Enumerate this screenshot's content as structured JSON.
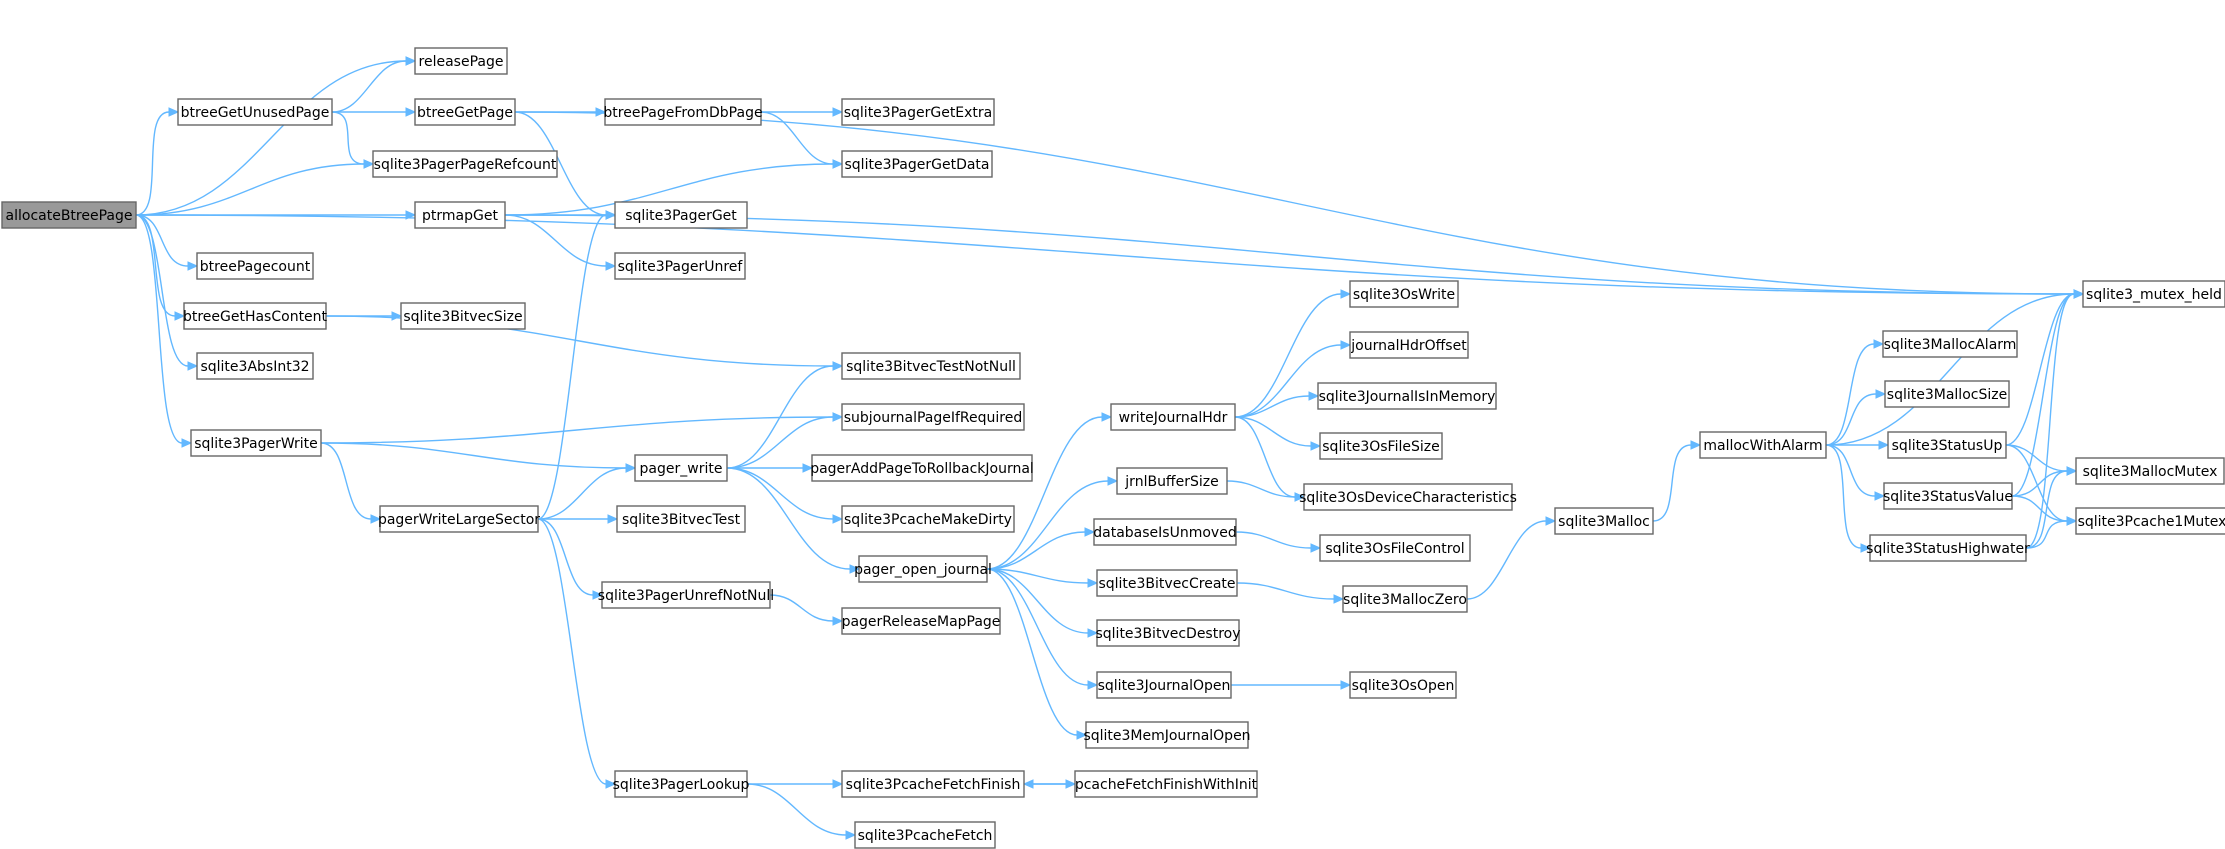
{
  "graph": {
    "root": "allocateBtreePage",
    "colors": {
      "edge": "#63b8ff",
      "node_border": "#666666",
      "root_fill": "#999999",
      "node_fill": "#ffffff"
    },
    "nodes": [
      {
        "id": "allocateBtreePage",
        "label": "allocateBtreePage"
      },
      {
        "id": "releasePage",
        "label": "releasePage"
      },
      {
        "id": "btreeGetUnusedPage",
        "label": "btreeGetUnusedPage"
      },
      {
        "id": "btreeGetPage",
        "label": "btreeGetPage"
      },
      {
        "id": "btreePageFromDbPage",
        "label": "btreePageFromDbPage"
      },
      {
        "id": "sqlite3PagerGetExtra",
        "label": "sqlite3PagerGetExtra"
      },
      {
        "id": "sqlite3PagerPageRefcount",
        "label": "sqlite3PagerPageRefcount"
      },
      {
        "id": "sqlite3PagerGetData",
        "label": "sqlite3PagerGetData"
      },
      {
        "id": "ptrmapGet",
        "label": "ptrmapGet"
      },
      {
        "id": "sqlite3PagerGet",
        "label": "sqlite3PagerGet"
      },
      {
        "id": "btreePagecount",
        "label": "btreePagecount"
      },
      {
        "id": "sqlite3PagerUnref",
        "label": "sqlite3PagerUnref"
      },
      {
        "id": "btreeGetHasContent",
        "label": "btreeGetHasContent"
      },
      {
        "id": "sqlite3BitvecSize",
        "label": "sqlite3BitvecSize"
      },
      {
        "id": "sqlite3AbsInt32",
        "label": "sqlite3AbsInt32"
      },
      {
        "id": "sqlite3BitvecTestNotNull",
        "label": "sqlite3BitvecTestNotNull"
      },
      {
        "id": "sqlite3PagerWrite",
        "label": "sqlite3PagerWrite"
      },
      {
        "id": "subjournalPageIfRequired",
        "label": "subjournalPageIfRequired"
      },
      {
        "id": "pager_write",
        "label": "pager_write"
      },
      {
        "id": "pagerAddPageToRollbackJournal",
        "label": "pagerAddPageToRollbackJournal"
      },
      {
        "id": "pagerWriteLargeSector",
        "label": "pagerWriteLargeSector"
      },
      {
        "id": "sqlite3PcacheMakeDirty",
        "label": "sqlite3PcacheMakeDirty"
      },
      {
        "id": "sqlite3BitvecTest",
        "label": "sqlite3BitvecTest"
      },
      {
        "id": "pager_open_journal",
        "label": "pager_open_journal"
      },
      {
        "id": "sqlite3PagerUnrefNotNull",
        "label": "sqlite3PagerUnrefNotNull"
      },
      {
        "id": "pagerReleaseMapPage",
        "label": "pagerReleaseMapPage"
      },
      {
        "id": "sqlite3PagerLookup",
        "label": "sqlite3PagerLookup"
      },
      {
        "id": "sqlite3PcacheFetchFinish",
        "label": "sqlite3PcacheFetchFinish"
      },
      {
        "id": "pcacheFetchFinishWithInit",
        "label": "pcacheFetchFinishWithInit"
      },
      {
        "id": "sqlite3PcacheFetch",
        "label": "sqlite3PcacheFetch"
      },
      {
        "id": "writeJournalHdr",
        "label": "writeJournalHdr"
      },
      {
        "id": "jrnlBufferSize",
        "label": "jrnlBufferSize"
      },
      {
        "id": "databaseIsUnmoved",
        "label": "databaseIsUnmoved"
      },
      {
        "id": "sqlite3BitvecCreate",
        "label": "sqlite3BitvecCreate"
      },
      {
        "id": "sqlite3BitvecDestroy",
        "label": "sqlite3BitvecDestroy"
      },
      {
        "id": "sqlite3JournalOpen",
        "label": "sqlite3JournalOpen"
      },
      {
        "id": "sqlite3MemJournalOpen",
        "label": "sqlite3MemJournalOpen"
      },
      {
        "id": "sqlite3OsWrite",
        "label": "sqlite3OsWrite"
      },
      {
        "id": "journalHdrOffset",
        "label": "journalHdrOffset"
      },
      {
        "id": "sqlite3JournalIsInMemory",
        "label": "sqlite3JournalIsInMemory"
      },
      {
        "id": "sqlite3OsFileSize",
        "label": "sqlite3OsFileSize"
      },
      {
        "id": "sqlite3OsDeviceCharacteristics",
        "label": "sqlite3OsDeviceCharacteristics"
      },
      {
        "id": "sqlite3OsFileControl",
        "label": "sqlite3OsFileControl"
      },
      {
        "id": "sqlite3MallocZero",
        "label": "sqlite3MallocZero"
      },
      {
        "id": "sqlite3OsOpen",
        "label": "sqlite3OsOpen"
      },
      {
        "id": "sqlite3Malloc",
        "label": "sqlite3Malloc"
      },
      {
        "id": "mallocWithAlarm",
        "label": "mallocWithAlarm"
      },
      {
        "id": "sqlite3MallocAlarm",
        "label": "sqlite3MallocAlarm"
      },
      {
        "id": "sqlite3MallocSize",
        "label": "sqlite3MallocSize"
      },
      {
        "id": "sqlite3StatusUp",
        "label": "sqlite3StatusUp"
      },
      {
        "id": "sqlite3StatusValue",
        "label": "sqlite3StatusValue"
      },
      {
        "id": "sqlite3StatusHighwater",
        "label": "sqlite3StatusHighwater"
      },
      {
        "id": "sqlite3_mutex_held",
        "label": "sqlite3_mutex_held"
      },
      {
        "id": "sqlite3MallocMutex",
        "label": "sqlite3MallocMutex"
      },
      {
        "id": "sqlite3Pcache1Mutex",
        "label": "sqlite3Pcache1Mutex"
      }
    ],
    "edges": [
      [
        "allocateBtreePage",
        "releasePage"
      ],
      [
        "allocateBtreePage",
        "btreeGetUnusedPage"
      ],
      [
        "allocateBtreePage",
        "sqlite3PagerPageRefcount"
      ],
      [
        "allocateBtreePage",
        "ptrmapGet"
      ],
      [
        "allocateBtreePage",
        "btreePagecount"
      ],
      [
        "allocateBtreePage",
        "btreeGetHasContent"
      ],
      [
        "allocateBtreePage",
        "sqlite3AbsInt32"
      ],
      [
        "allocateBtreePage",
        "sqlite3PagerWrite"
      ],
      [
        "allocateBtreePage",
        "sqlite3_mutex_held"
      ],
      [
        "btreeGetUnusedPage",
        "releasePage"
      ],
      [
        "btreeGetUnusedPage",
        "btreeGetPage"
      ],
      [
        "btreeGetUnusedPage",
        "sqlite3PagerPageRefcount"
      ],
      [
        "btreeGetPage",
        "btreePageFromDbPage"
      ],
      [
        "btreeGetPage",
        "sqlite3PagerGet"
      ],
      [
        "btreeGetPage",
        "sqlite3_mutex_held"
      ],
      [
        "btreePageFromDbPage",
        "sqlite3PagerGetExtra"
      ],
      [
        "btreePageFromDbPage",
        "sqlite3PagerGetData"
      ],
      [
        "ptrmapGet",
        "sqlite3PagerGetData"
      ],
      [
        "ptrmapGet",
        "sqlite3PagerGet"
      ],
      [
        "ptrmapGet",
        "sqlite3PagerUnref"
      ],
      [
        "ptrmapGet",
        "sqlite3_mutex_held"
      ],
      [
        "btreeGetHasContent",
        "sqlite3BitvecSize"
      ],
      [
        "btreeGetHasContent",
        "sqlite3BitvecTestNotNull"
      ],
      [
        "sqlite3PagerWrite",
        "subjournalPageIfRequired"
      ],
      [
        "sqlite3PagerWrite",
        "pager_write"
      ],
      [
        "sqlite3PagerWrite",
        "pagerWriteLargeSector"
      ],
      [
        "pagerWriteLargeSector",
        "sqlite3PagerGet"
      ],
      [
        "pagerWriteLargeSector",
        "pager_write"
      ],
      [
        "pagerWriteLargeSector",
        "sqlite3BitvecTest"
      ],
      [
        "pagerWriteLargeSector",
        "sqlite3PagerUnrefNotNull"
      ],
      [
        "pagerWriteLargeSector",
        "sqlite3PagerLookup"
      ],
      [
        "pager_write",
        "sqlite3BitvecTestNotNull"
      ],
      [
        "pager_write",
        "subjournalPageIfRequired"
      ],
      [
        "pager_write",
        "pagerAddPageToRollbackJournal"
      ],
      [
        "pager_write",
        "sqlite3PcacheMakeDirty"
      ],
      [
        "pager_write",
        "pager_open_journal"
      ],
      [
        "sqlite3PagerUnrefNotNull",
        "pagerReleaseMapPage"
      ],
      [
        "sqlite3PagerLookup",
        "sqlite3PcacheFetchFinish"
      ],
      [
        "sqlite3PagerLookup",
        "sqlite3PcacheFetch"
      ],
      [
        "sqlite3PcacheFetchFinish",
        "pcacheFetchFinishWithInit"
      ],
      [
        "pcacheFetchFinishWithInit",
        "sqlite3PcacheFetchFinish"
      ],
      [
        "pager_open_journal",
        "writeJournalHdr"
      ],
      [
        "pager_open_journal",
        "jrnlBufferSize"
      ],
      [
        "pager_open_journal",
        "databaseIsUnmoved"
      ],
      [
        "pager_open_journal",
        "sqlite3BitvecCreate"
      ],
      [
        "pager_open_journal",
        "sqlite3BitvecDestroy"
      ],
      [
        "pager_open_journal",
        "sqlite3JournalOpen"
      ],
      [
        "pager_open_journal",
        "sqlite3MemJournalOpen"
      ],
      [
        "writeJournalHdr",
        "sqlite3OsWrite"
      ],
      [
        "writeJournalHdr",
        "journalHdrOffset"
      ],
      [
        "writeJournalHdr",
        "sqlite3JournalIsInMemory"
      ],
      [
        "writeJournalHdr",
        "sqlite3OsFileSize"
      ],
      [
        "writeJournalHdr",
        "sqlite3OsDeviceCharacteristics"
      ],
      [
        "jrnlBufferSize",
        "sqlite3OsDeviceCharacteristics"
      ],
      [
        "databaseIsUnmoved",
        "sqlite3OsFileControl"
      ],
      [
        "sqlite3BitvecCreate",
        "sqlite3MallocZero"
      ],
      [
        "sqlite3JournalOpen",
        "sqlite3OsOpen"
      ],
      [
        "sqlite3MallocZero",
        "sqlite3Malloc"
      ],
      [
        "sqlite3Malloc",
        "mallocWithAlarm"
      ],
      [
        "mallocWithAlarm",
        "sqlite3_mutex_held"
      ],
      [
        "mallocWithAlarm",
        "sqlite3MallocAlarm"
      ],
      [
        "mallocWithAlarm",
        "sqlite3MallocSize"
      ],
      [
        "mallocWithAlarm",
        "sqlite3StatusUp"
      ],
      [
        "mallocWithAlarm",
        "sqlite3StatusValue"
      ],
      [
        "mallocWithAlarm",
        "sqlite3StatusHighwater"
      ],
      [
        "sqlite3StatusUp",
        "sqlite3_mutex_held"
      ],
      [
        "sqlite3StatusUp",
        "sqlite3MallocMutex"
      ],
      [
        "sqlite3StatusUp",
        "sqlite3Pcache1Mutex"
      ],
      [
        "sqlite3StatusValue",
        "sqlite3_mutex_held"
      ],
      [
        "sqlite3StatusValue",
        "sqlite3MallocMutex"
      ],
      [
        "sqlite3StatusValue",
        "sqlite3Pcache1Mutex"
      ],
      [
        "sqlite3StatusHighwater",
        "sqlite3_mutex_held"
      ],
      [
        "sqlite3StatusHighwater",
        "sqlite3MallocMutex"
      ],
      [
        "sqlite3StatusHighwater",
        "sqlite3Pcache1Mutex"
      ]
    ]
  }
}
